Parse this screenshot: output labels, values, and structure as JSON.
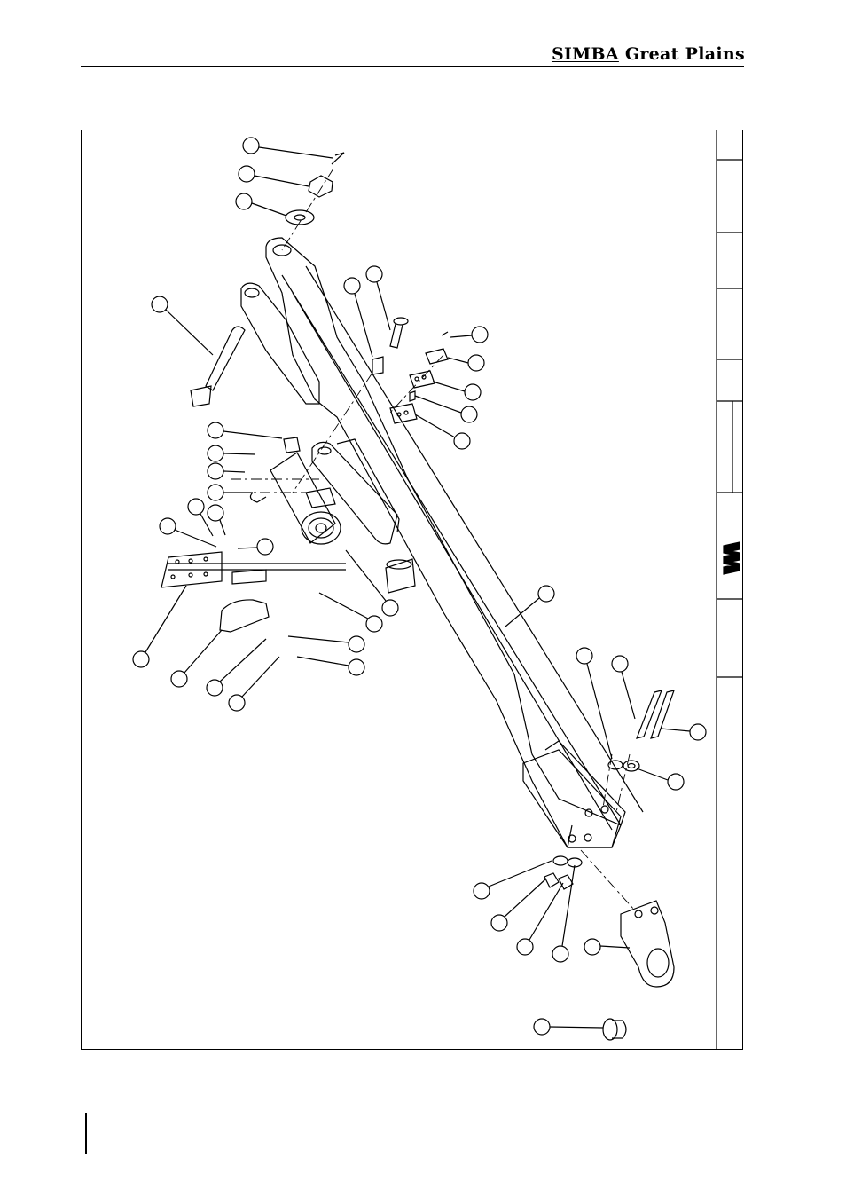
{
  "header": {
    "brand_first": "SIMBA",
    "brand_second": " Great Plains"
  },
  "diagram": {
    "kind": "exploded parts drawing",
    "callout_count": 38,
    "line_color": "#000000",
    "background": "#ffffff"
  }
}
